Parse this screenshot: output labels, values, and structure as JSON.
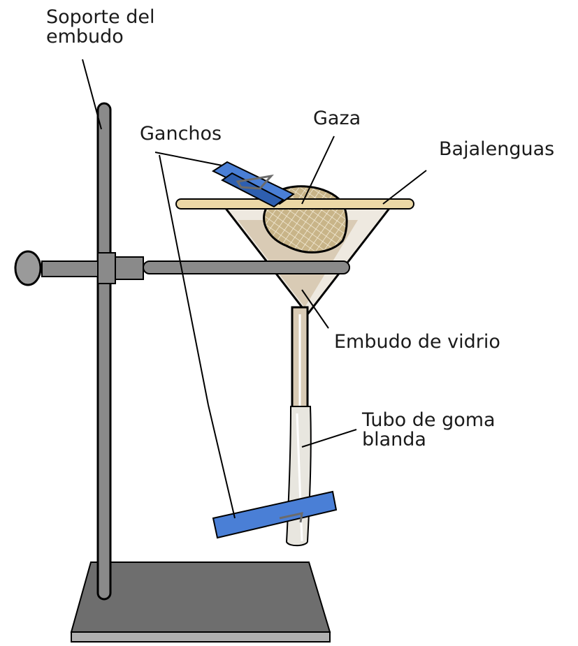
{
  "labels": {
    "funnel_stand": [
      "Soporte del",
      "embudo"
    ],
    "clips": "Ganchos",
    "gauze": "Gaza",
    "tongue_depressor": "Bajalenguas",
    "glass_funnel": "Embudo de vidrio",
    "rubber_tube": [
      "Tubo de goma",
      "blanda"
    ]
  },
  "colors": {
    "metal": "#8a8a8a",
    "metal_dark": "#6b6b6b",
    "base": "#6e6e6e",
    "base_front": "#b0b0b0",
    "funnel_fill": "#d9cbb5",
    "funnel_glass": "#e9e3d8",
    "gauze": "#c8b488",
    "gauze_mesh": "#f4ecd8",
    "stick": "#ecd8a6",
    "clip": "#4a7fd6",
    "clip_dark": "#2e5fb0",
    "tube": "#e8e6df"
  }
}
